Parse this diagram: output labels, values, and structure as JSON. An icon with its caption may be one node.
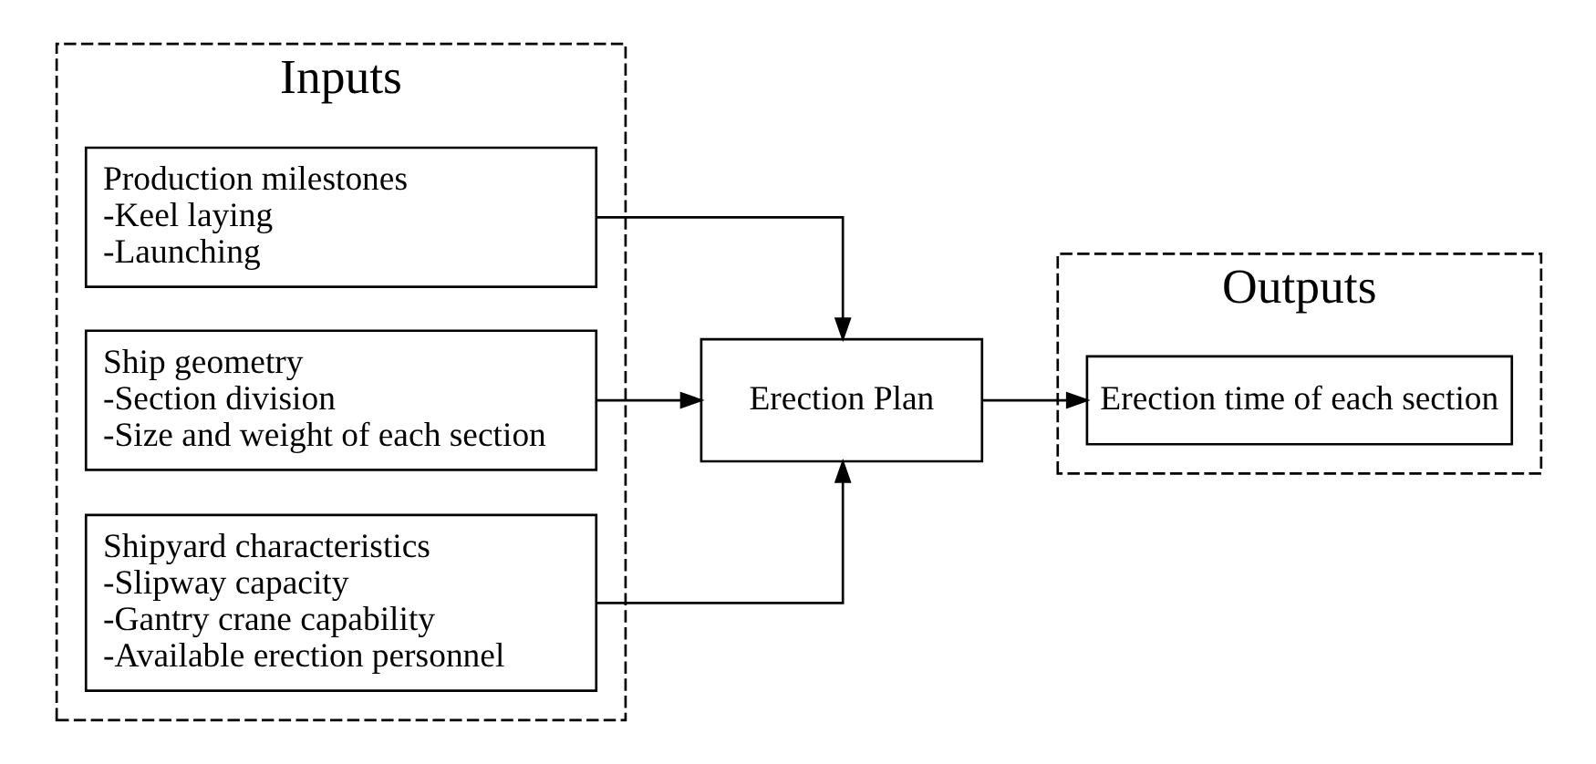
{
  "diagram": {
    "nodes": [
      {
        "text": [
          "Inputs"
        ]
      },
      {
        "text": [
          "Production milestones",
          "-Keel laying",
          "-Launching"
        ],
        "in": 0
      },
      {
        "text": [
          "Ship geometry",
          "-Section division",
          "-Size and weight of each section"
        ],
        "in": 0
      },
      {
        "text": [
          "Shipyard characteristics",
          "-Slipway capacity",
          "-Gantry crane capability",
          "-Available erection personnel"
        ],
        "in": 0
      },
      {
        "text": [
          "Erection Plan"
        ]
      },
      {
        "text": [
          "Outputs"
        ]
      },
      {
        "text": [
          "Erection time of each section"
        ],
        "in": 5
      }
    ],
    "edges": [
      {
        "from": 1,
        "to": 4,
        "arrow": "to"
      },
      {
        "from": 2,
        "to": 4,
        "arrow": "to"
      },
      {
        "from": 3,
        "to": 4,
        "arrow": "to"
      },
      {
        "from": 4,
        "to": 6,
        "arrow": "to"
      }
    ]
  }
}
